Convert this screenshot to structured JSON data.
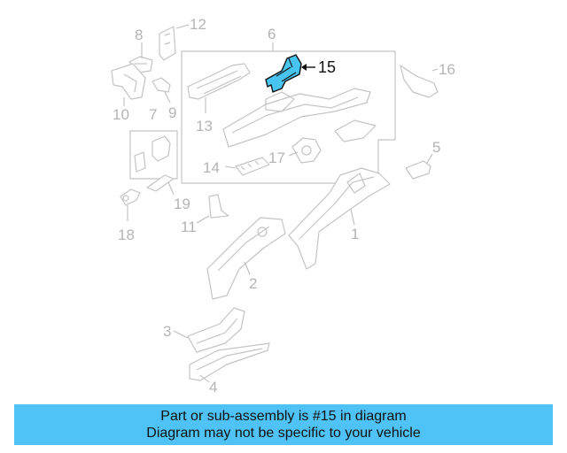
{
  "callouts": {
    "c1": "1",
    "c2": "2",
    "c3": "3",
    "c4": "4",
    "c5": "5",
    "c6": "6",
    "c7": "7",
    "c8": "8",
    "c9": "9",
    "c10": "10",
    "c11": "11",
    "c12": "12",
    "c13": "13",
    "c14": "14",
    "c15": "15",
    "c16": "16",
    "c17": "17",
    "c18": "18",
    "c19": "19"
  },
  "highlight": {
    "part": "15",
    "color": "#48c4f0"
  },
  "banner": {
    "line1": "Part or sub-assembly is #15 in diagram",
    "line2": "Diagram may not be specific to your vehicle",
    "background": "#4fc3f7"
  }
}
